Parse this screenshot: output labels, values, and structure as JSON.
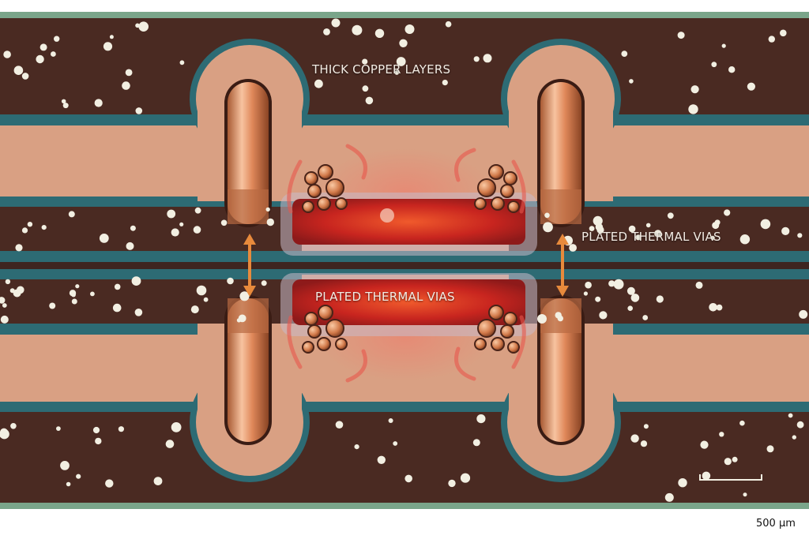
{
  "labels": {
    "thick_copper": "THICK COPPER LAYERS",
    "thermal_vias_right": "PLATED THERMAL VIAS",
    "thermal_vias_center": "PLATED THERMAL VIAS"
  },
  "scale_bar": {
    "text": "500 µm"
  },
  "colors": {
    "background": "#ffffff",
    "substrate": "#4a2a22",
    "copper": "#d9a083",
    "copper_highlight": "#f2b48a",
    "dielectric_teal": "#2d6b74",
    "outer_frame": "#7aa58a",
    "heat_glow": "#d8322a",
    "arrow": "#e88a3c",
    "filler_dots": "#f2efe2"
  }
}
